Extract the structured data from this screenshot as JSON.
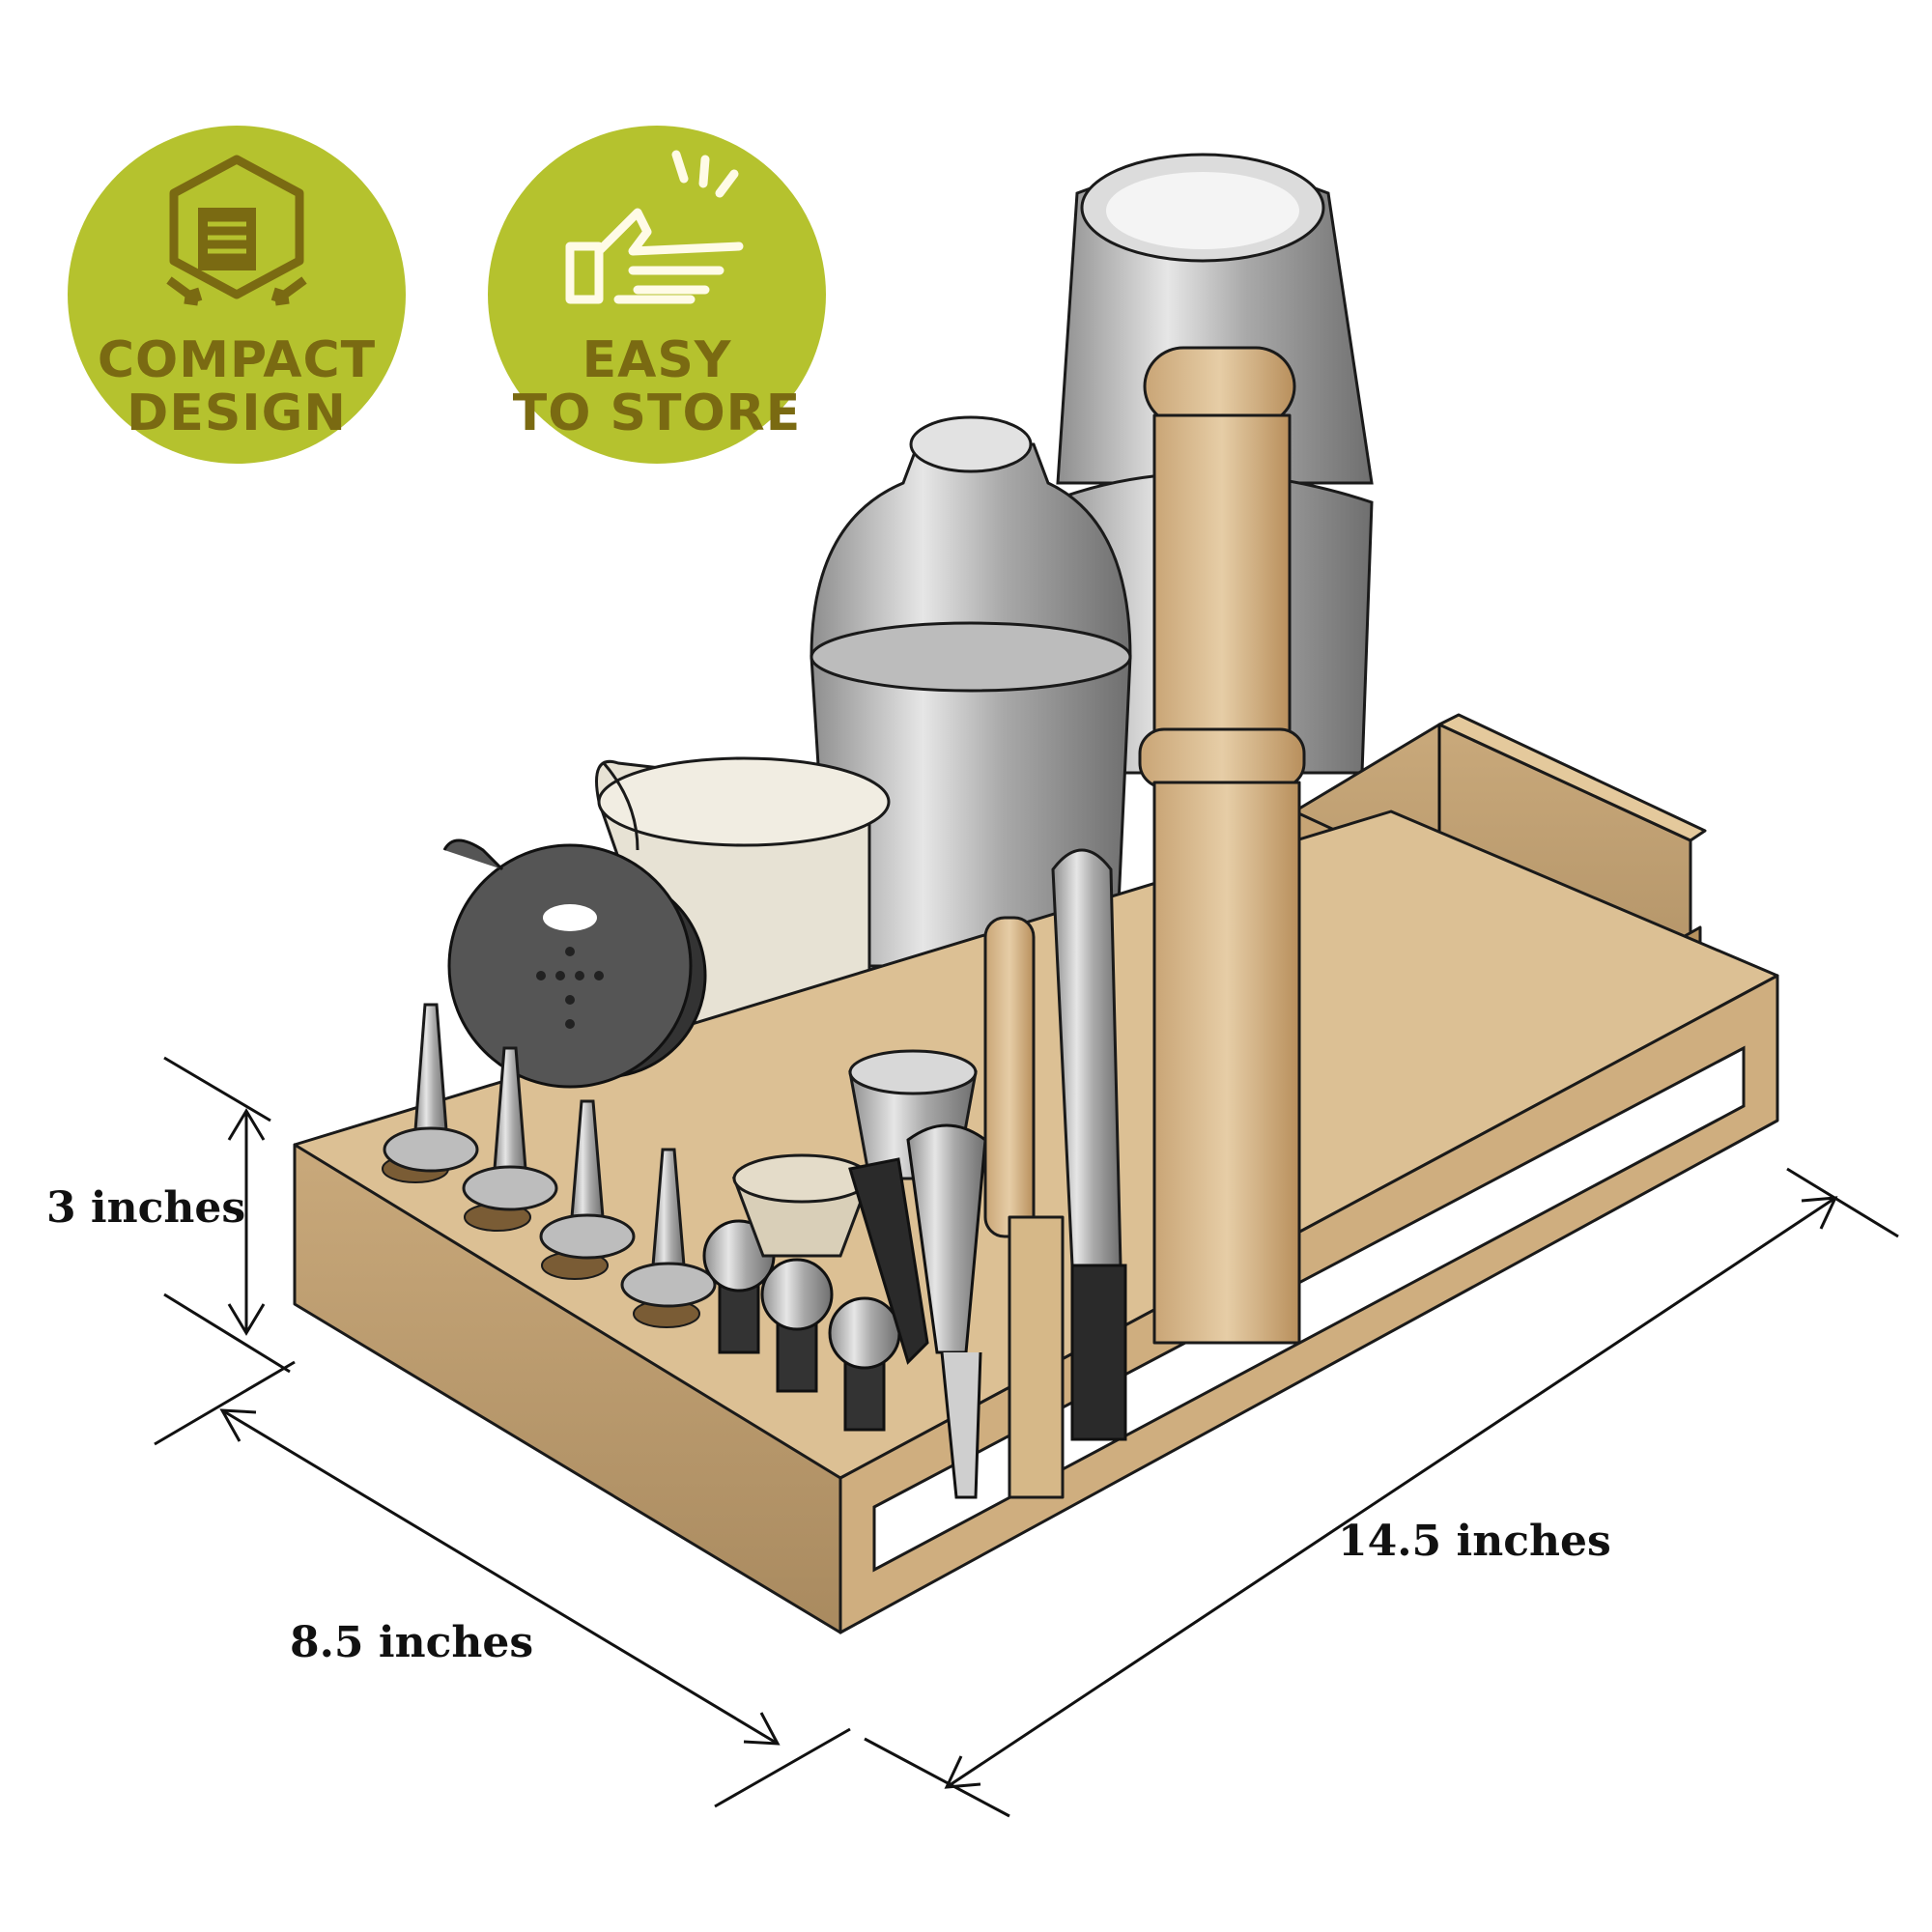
{
  "badges": [
    {
      "line1": "COMPACT",
      "line2": "DESIGN",
      "icon": "box-icon"
    },
    {
      "line1": "EASY",
      "line2": "TO STORE",
      "icon": "pointing-hand-icon"
    }
  ],
  "dimensions": {
    "height": "3 inches",
    "depth": "8.5 inches",
    "width": "14.5 inches"
  },
  "colors": {
    "badge_green": "#b5c22e",
    "badge_text": "#7a6a12",
    "wood": "#d9b98a",
    "wood_dark": "#c49a63",
    "metal": "#b8b8b8"
  }
}
